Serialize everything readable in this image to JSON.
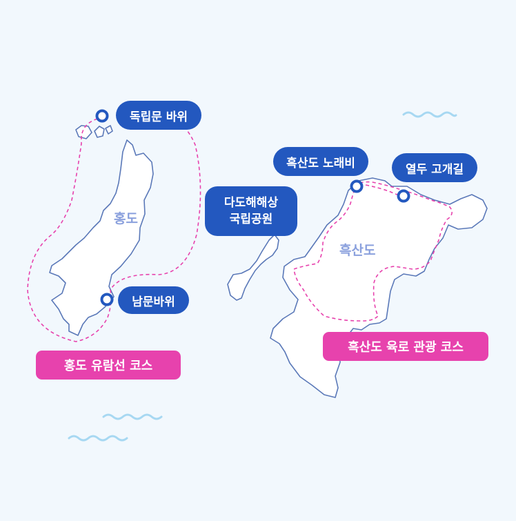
{
  "islands": {
    "hongdo": "홍도",
    "heuksando": "흑산도"
  },
  "places": {
    "dongnipmun": "독립문 바위",
    "nammun": "남문바위",
    "norae": "흑산도 노래비",
    "yeoldu": "열두 고개길"
  },
  "park": [
    "다도해해상",
    "국립공원"
  ],
  "courses": {
    "hongdo_cruise": "홍도 유람선 코스",
    "heuksando_land": "흑산도 육로 관광 코스"
  },
  "colors": {
    "background": "#f2f8fd",
    "land": "#ffffff",
    "coastline": "#5a78b8",
    "marker_blue": "#2358bf",
    "course_pink": "#e742ad",
    "wave": "#a7d8f2",
    "island_label": "#8aa0dd"
  }
}
